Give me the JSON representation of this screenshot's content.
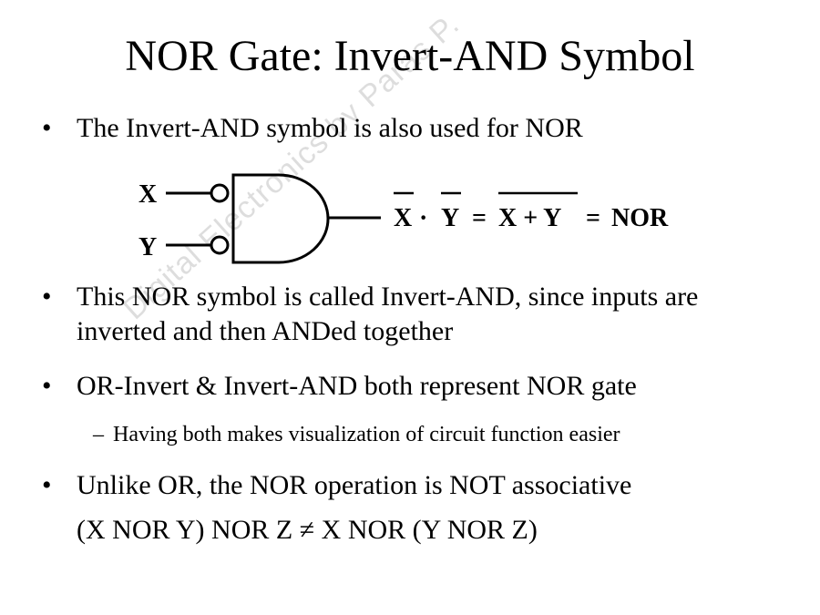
{
  "slide": {
    "title": "NOR Gate: Invert-AND Symbol",
    "watermark": "Digital Electronics by Paras P.",
    "bullet_char": "•",
    "dash_char": "–"
  },
  "diagram": {
    "input_x": "X",
    "input_y": "Y",
    "equation": {
      "x1": "X",
      "dot": "·",
      "y1": "Y",
      "eq1": "=",
      "sum": "X + Y",
      "eq2": "=",
      "result": "NOR"
    }
  },
  "bullets": [
    {
      "text": "The Invert-AND symbol is also used for NOR"
    },
    {
      "text": "This NOR symbol is called Invert-AND, since inputs are",
      "line2": "inverted and then ANDed together"
    },
    {
      "text": "OR-Invert & Invert-AND both represent NOR gate",
      "sub": "Having both makes visualization of circuit function easier"
    },
    {
      "text": "Unlike OR, the NOR operation is NOT associative",
      "line2": "(X NOR Y) NOR Z ≠ X NOR (Y NOR Z)"
    }
  ]
}
